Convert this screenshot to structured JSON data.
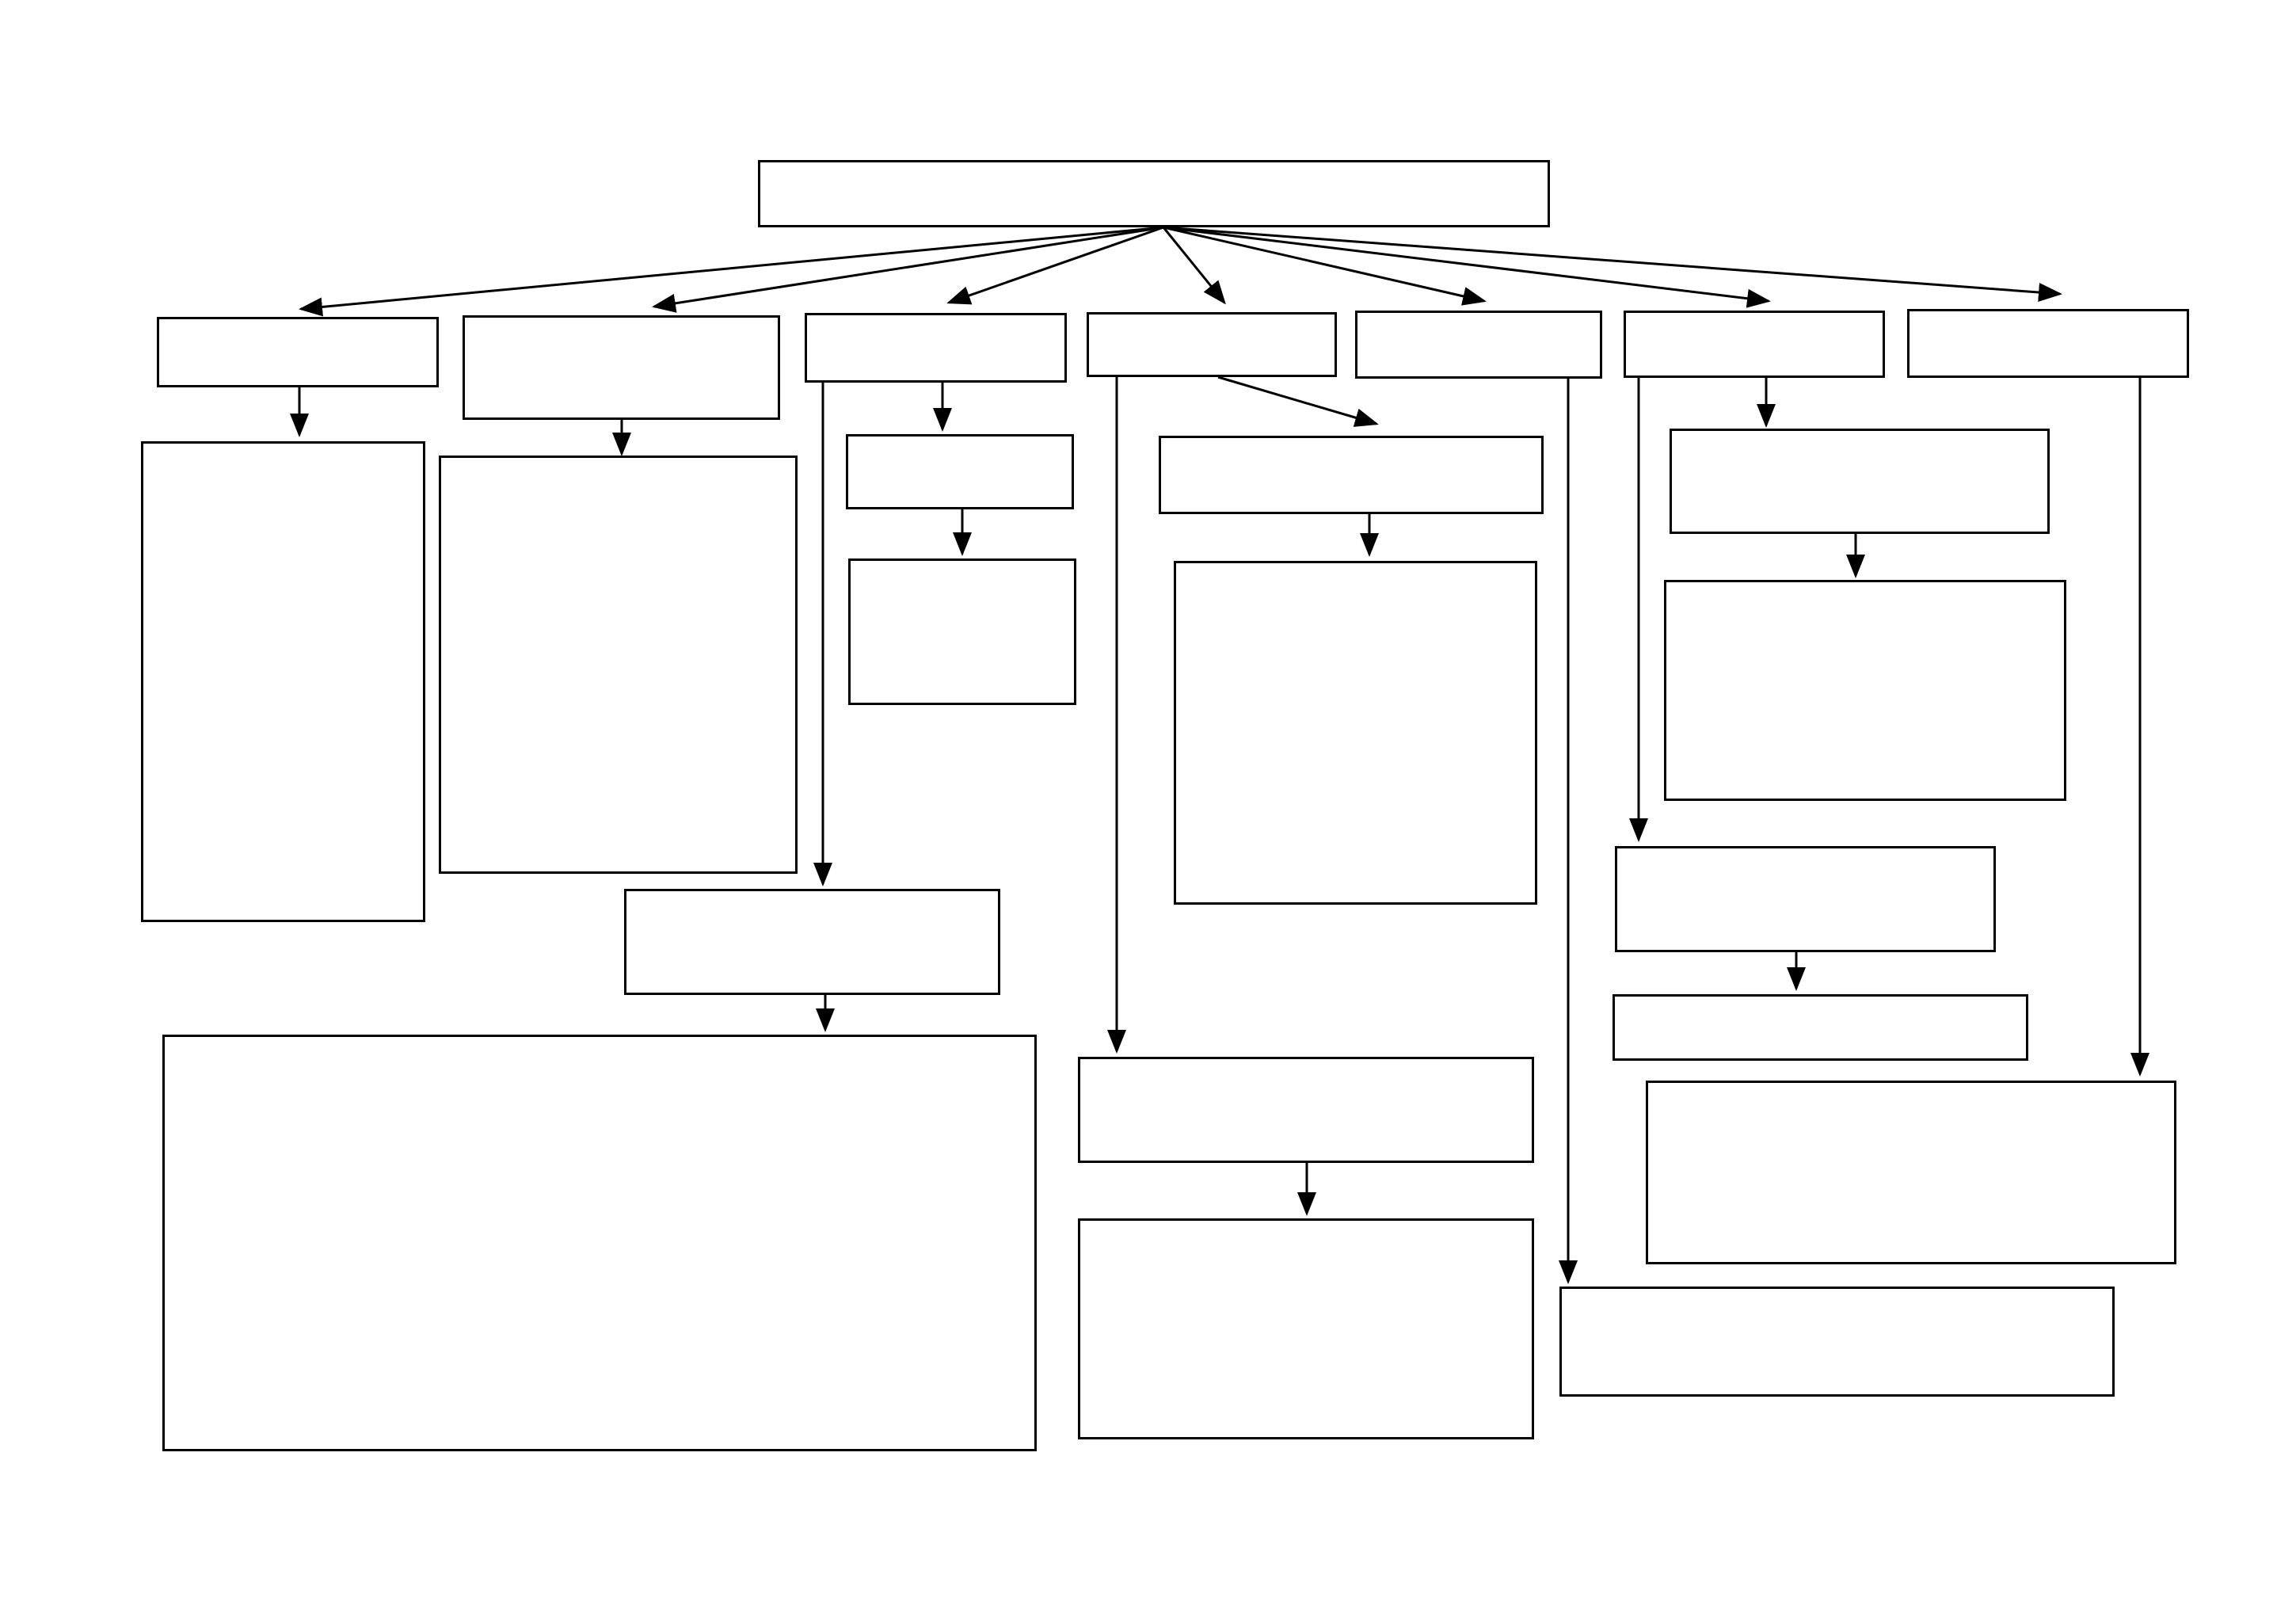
{
  "diagram": {
    "type": "flowchart-template",
    "line_color": "#000000",
    "background": "#ffffff",
    "boxes": [
      {
        "id": "root",
        "text": ""
      },
      {
        "id": "c1",
        "text": ""
      },
      {
        "id": "c2",
        "text": ""
      },
      {
        "id": "c3",
        "text": ""
      },
      {
        "id": "c4",
        "text": ""
      },
      {
        "id": "c5",
        "text": ""
      },
      {
        "id": "c6",
        "text": ""
      },
      {
        "id": "c7",
        "text": ""
      },
      {
        "id": "c1a",
        "text": ""
      },
      {
        "id": "c2a",
        "text": ""
      },
      {
        "id": "c3a",
        "text": ""
      },
      {
        "id": "c3b",
        "text": ""
      },
      {
        "id": "c3c",
        "text": ""
      },
      {
        "id": "c3d",
        "text": ""
      },
      {
        "id": "c4a",
        "text": ""
      },
      {
        "id": "c4b",
        "text": ""
      },
      {
        "id": "c4c",
        "text": ""
      },
      {
        "id": "c4d",
        "text": ""
      },
      {
        "id": "c5a",
        "text": ""
      },
      {
        "id": "c6a",
        "text": ""
      },
      {
        "id": "c6b",
        "text": ""
      },
      {
        "id": "c6c",
        "text": ""
      },
      {
        "id": "c6d",
        "text": ""
      },
      {
        "id": "c7a",
        "text": ""
      }
    ],
    "edges": [
      {
        "from": "root",
        "to": "c1"
      },
      {
        "from": "root",
        "to": "c2"
      },
      {
        "from": "root",
        "to": "c3"
      },
      {
        "from": "root",
        "to": "c4"
      },
      {
        "from": "root",
        "to": "c5"
      },
      {
        "from": "root",
        "to": "c6"
      },
      {
        "from": "root",
        "to": "c7"
      },
      {
        "from": "c1",
        "to": "c1a"
      },
      {
        "from": "c2",
        "to": "c2a"
      },
      {
        "from": "c3",
        "to": "c3a"
      },
      {
        "from": "c3a",
        "to": "c3b"
      },
      {
        "from": "c3",
        "to": "c3c"
      },
      {
        "from": "c3c",
        "to": "c3d"
      },
      {
        "from": "c4",
        "to": "c4a"
      },
      {
        "from": "c4a",
        "to": "c4b"
      },
      {
        "from": "c4",
        "to": "c4c"
      },
      {
        "from": "c4c",
        "to": "c4d"
      },
      {
        "from": "c5",
        "to": "c5a"
      },
      {
        "from": "c6",
        "to": "c6a"
      },
      {
        "from": "c6a",
        "to": "c6b"
      },
      {
        "from": "c6",
        "to": "c6c"
      },
      {
        "from": "c6c",
        "to": "c6d"
      },
      {
        "from": "c7",
        "to": "c7a"
      }
    ]
  }
}
